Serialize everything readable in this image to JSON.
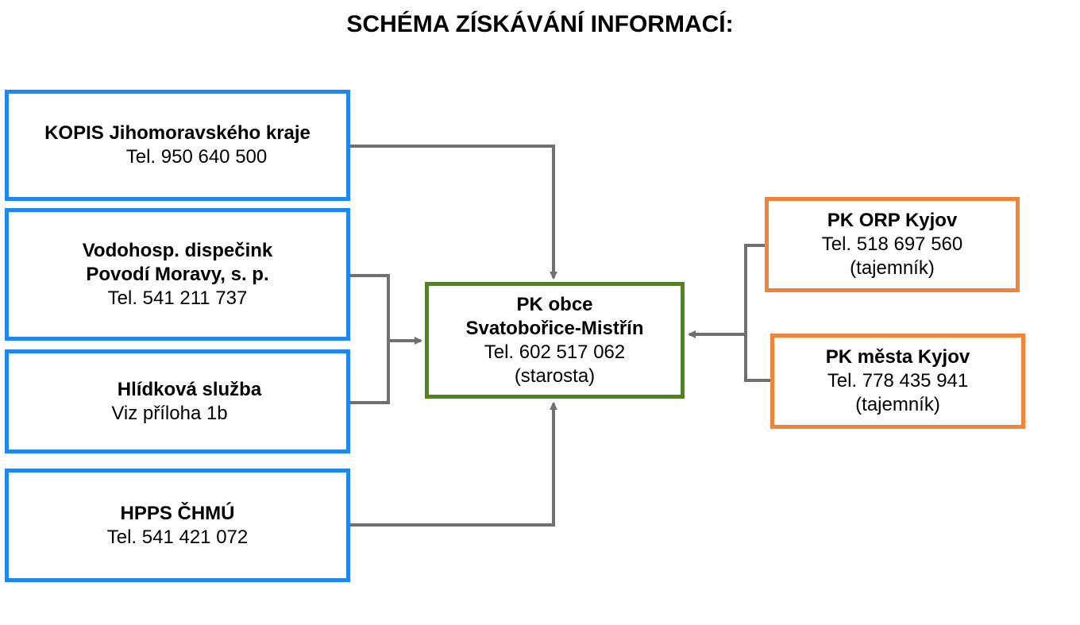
{
  "title": "SCHÉMA ZÍSKÁVÁNÍ INFORMACÍ:",
  "colors": {
    "source_border": "#1e88f0",
    "center_border": "#4a8a12",
    "external_border": "#f0853a",
    "connector": "#707070"
  },
  "sources": {
    "kopis": {
      "name": "KOPIS Jihomoravského kraje",
      "phone": "Tel. 950 640 500"
    },
    "dispatch": {
      "name_line1": "Vodohosp. dispečink",
      "name_line2": "Povodí Moravy, s. p.",
      "phone": "Tel. 541 211 737"
    },
    "patrol": {
      "name": "Hlídková služba",
      "note": "Viz příloha 1b"
    },
    "hpps": {
      "name": "HPPS ČHMÚ",
      "phone": "Tel. 541 421 072"
    }
  },
  "center": {
    "name_line1": "PK obce",
    "name_line2": "Svatobořice-Mistřín",
    "phone": "Tel. 602 517 062",
    "role": "(starosta)"
  },
  "external": {
    "orp": {
      "name": "PK ORP Kyjov",
      "phone": "Tel. 518 697 560",
      "role": "(tajemník)"
    },
    "city": {
      "name": "PK města Kyjov",
      "phone": "Tel. 778 435 941",
      "role": "(tajemník)"
    }
  }
}
